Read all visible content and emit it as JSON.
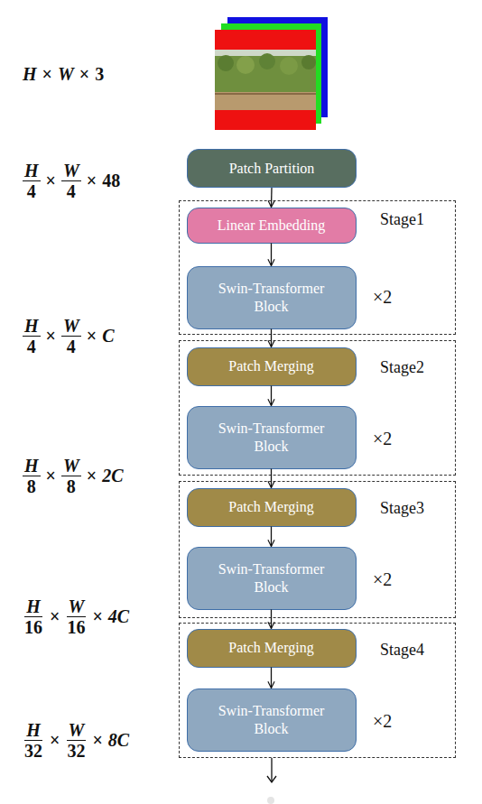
{
  "diagram": {
    "nodes": [
      {
        "text": [
          "Patch Partition"
        ]
      },
      {
        "text": [
          "Stage1"
        ]
      },
      {
        "text": [
          "Linear Embedding"
        ],
        "in": 1
      },
      {
        "text": [
          "Swin-Transformer Block"
        ],
        "in": 1
      },
      {
        "text": [
          "Stage2"
        ]
      },
      {
        "text": [
          "Patch Merging"
        ],
        "in": 4
      },
      {
        "text": [
          "Swin-Transformer Block"
        ],
        "in": 4
      },
      {
        "text": [
          "Stage3"
        ]
      },
      {
        "text": [
          "Patch Merging"
        ],
        "in": 7
      },
      {
        "text": [
          "Swin-Transformer Block"
        ],
        "in": 7
      },
      {
        "text": [
          "Stage4"
        ]
      },
      {
        "text": [
          "Patch Merging"
        ],
        "in": 10
      },
      {
        "text": [
          "Swin-Transformer Block"
        ],
        "in": 10
      }
    ],
    "edges": [
      {
        "from": 0,
        "to": 2,
        "arrow": "to"
      },
      {
        "from": 2,
        "to": 3,
        "arrow": "to"
      },
      {
        "from": 3,
        "to": 5,
        "arrow": "to"
      },
      {
        "from": 5,
        "to": 6,
        "arrow": "to"
      },
      {
        "from": 6,
        "to": 8,
        "arrow": "to"
      },
      {
        "from": 8,
        "to": 9,
        "arrow": "to"
      },
      {
        "from": 9,
        "to": 11,
        "arrow": "to"
      },
      {
        "from": 11,
        "to": 12,
        "arrow": "to"
      }
    ],
    "labels": [
      "H",
      "×",
      "W",
      "×",
      "3",
      "H",
      "4",
      "×",
      "W",
      "4",
      "×",
      "48",
      "×2",
      "H",
      "4",
      "×",
      "W",
      "4",
      "×",
      "C",
      "×2",
      "H",
      "8",
      "×",
      "W",
      "8",
      "×",
      "2C",
      "×2",
      "H",
      "16",
      "×",
      "W",
      "16",
      "×",
      "4C",
      "×2",
      "H",
      "32",
      "×",
      "W",
      "32",
      "×",
      "8C"
    ]
  }
}
